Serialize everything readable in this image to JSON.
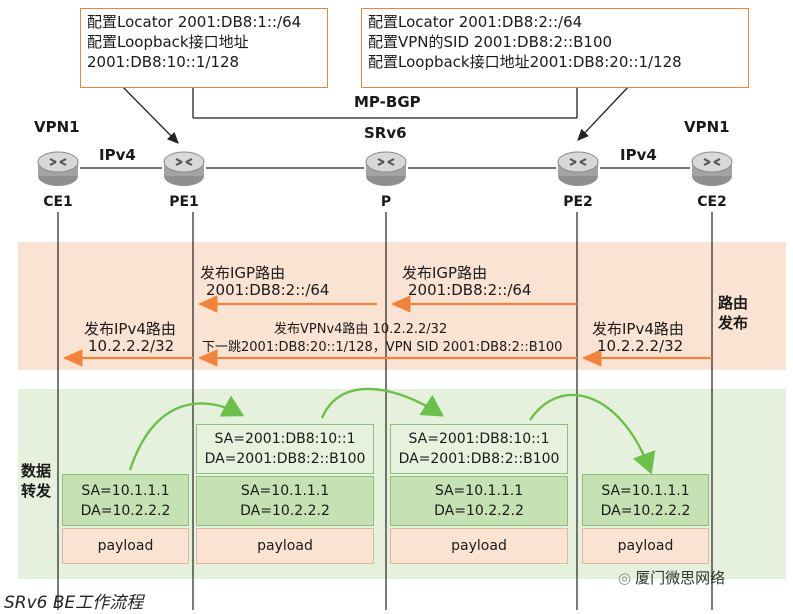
{
  "boxes": {
    "left": [
      "配置Locator 2001:DB8:1::/64",
      "配置Loopback接口地址",
      "2001:DB8:10::1/128"
    ],
    "right": [
      "配置Locator 2001:DB8:2::/64",
      "配置VPN的SID  2001:DB8:2::B100",
      "配置Loopback接口地址2001:DB8:20::1/128"
    ]
  },
  "top_labels": {
    "mpbgp": "MP-BGP",
    "srv6": "SRv6",
    "ipv4_left": "IPv4",
    "ipv4_right": "IPv4",
    "vpn1_left": "VPN1",
    "vpn1_right": "VPN1"
  },
  "devices": {
    "ce1": "CE1",
    "pe1": "PE1",
    "p": "P",
    "pe2": "PE2",
    "ce2": "CE2"
  },
  "routing": {
    "section_label_1": "路由",
    "section_label_2": "发布",
    "igp_left_1": "发布IGP路由",
    "igp_left_2": "2001:DB8:2::/64",
    "igp_right_1": "发布IGP路由",
    "igp_right_2": "2001:DB8:2::/64",
    "vpnv4_1": "发布VPNv4路由 10.2.2.2/32",
    "vpnv4_2": "下一跳2001:DB8:20::1/128，VPN SID 2001:DB8:2::B100",
    "ipv4_left_1": "发布IPv4路由",
    "ipv4_left_2": "10.2.2.2/32",
    "ipv4_right_1": "发布IPv4路由",
    "ipv4_right_2": "10.2.2.2/32"
  },
  "forwarding": {
    "section_label_1": "数据",
    "section_label_2": "转发",
    "packets": [
      {
        "srh1": "",
        "srh2": "",
        "ip1": "SA=10.1.1.1",
        "ip2": "DA=10.2.2.2",
        "payload": "payload"
      },
      {
        "srh1": "SA=2001:DB8:10::1",
        "srh2": "DA=2001:DB8:2::B100",
        "ip1": "SA=10.1.1.1",
        "ip2": "DA=10.2.2.2",
        "payload": "payload"
      },
      {
        "srh1": "SA=2001:DB8:10::1",
        "srh2": "DA=2001:DB8:2::B100",
        "ip1": "SA=10.1.1.1",
        "ip2": "DA=10.2.2.2",
        "payload": "payload"
      },
      {
        "srh1": "",
        "srh2": "",
        "ip1": "SA=10.1.1.1",
        "ip2": "DA=10.2.2.2",
        "payload": "payload"
      }
    ]
  },
  "caption": "SRv6 BE工作流程",
  "watermark": "厦门微思网络",
  "colors": {
    "orange": "#f0843c",
    "green": "#6cbf4a",
    "box_border": "#e8864a"
  }
}
